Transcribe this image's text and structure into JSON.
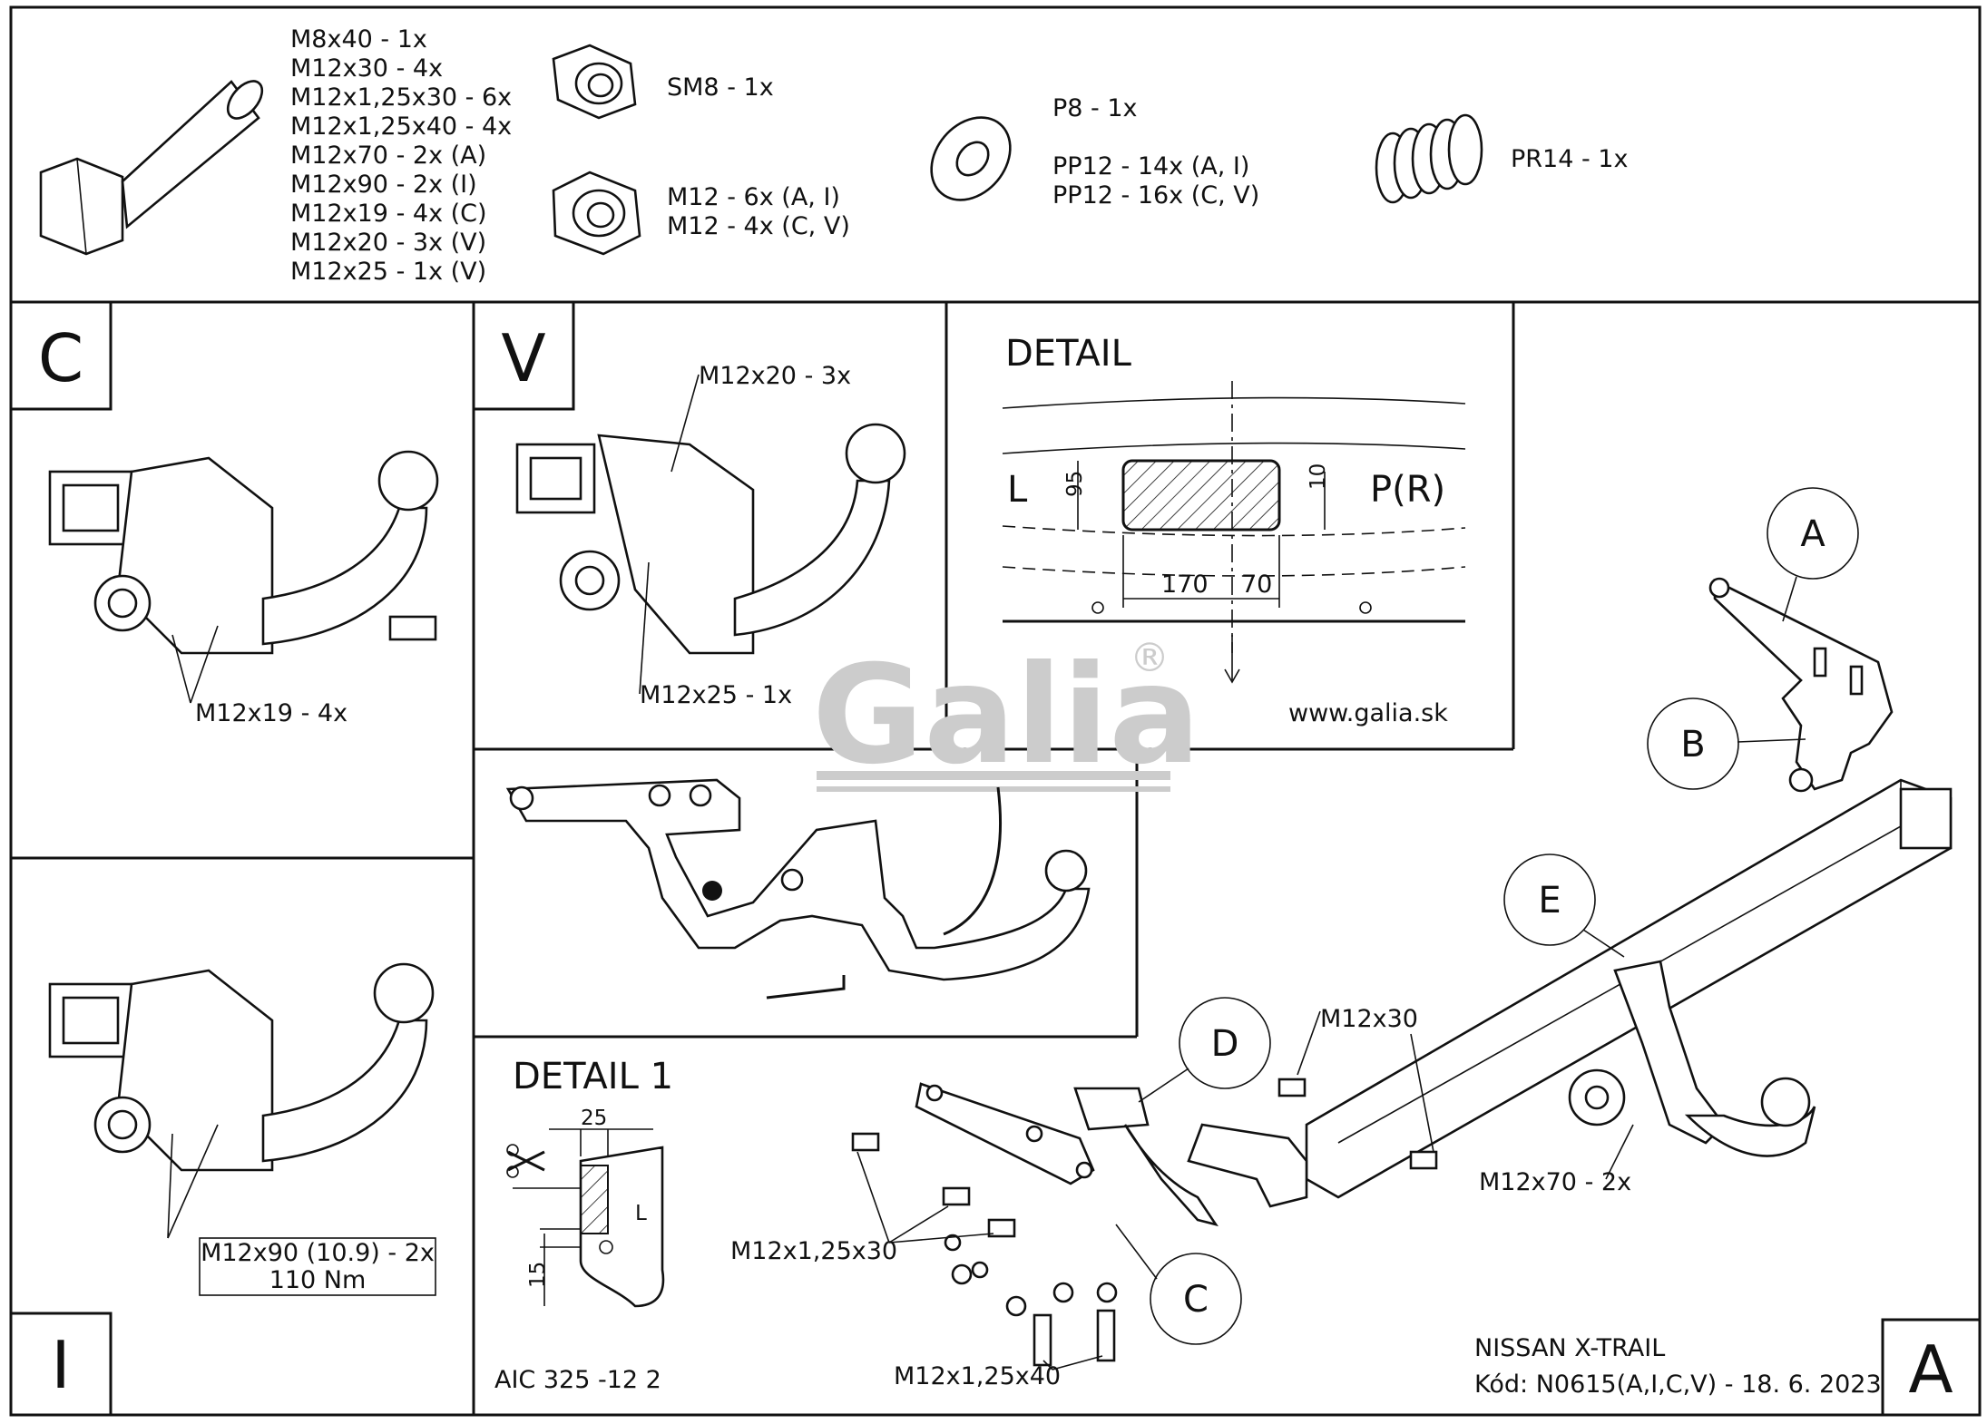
{
  "parts": {
    "bolts": [
      "M8x40 - 1x",
      "M12x30 - 4x",
      "M12x1,25x30 - 6x",
      "M12x1,25x40 - 4x",
      "M12x70 - 2x (A)",
      "M12x90 - 2x (I)",
      "M12x19 - 4x (C)",
      "M12x20 - 3x (V)",
      "M12x25 - 1x (V)"
    ],
    "nut_sm8": "SM8 - 1x",
    "nut_m12": [
      "M12 - 6x (A, I)",
      "M12 - 4x (C, V)"
    ],
    "washer_p8": "P8 - 1x",
    "washer_pp12": [
      "PP12 - 14x (A, I)",
      "PP12 - 16x (C, V)"
    ],
    "spring": "PR14 - 1x"
  },
  "panel_c": {
    "letter": "C",
    "label": "M12x19 - 4x"
  },
  "panel_v": {
    "letter": "V",
    "label_top": "M12x20 - 3x",
    "label_bottom": "M12x25 - 1x"
  },
  "detail": {
    "title": "DETAIL",
    "left": "L",
    "right": "P(R)",
    "dim_95": "95",
    "dim_10": "10",
    "dim_170": "170",
    "dim_70": "70",
    "url": "www.galia.sk"
  },
  "logo": {
    "text": "Galia",
    "mark": "®"
  },
  "panel_i": {
    "letter": "I",
    "label_line1": "M12x90 (10.9) - 2x",
    "label_line2": "110 Nm"
  },
  "detail1": {
    "title": "DETAIL 1",
    "dim_25": "25",
    "dim_15": "15",
    "label_l": "L"
  },
  "footer": {
    "aic": "AIC 325 -12 2",
    "model": "NISSAN X-TRAIL",
    "code": "Kód: N0615(A,I,C,V) - 18. 6. 2023",
    "letter": "A"
  },
  "assembly": {
    "callout_a": "A",
    "callout_b": "B",
    "callout_e": "E",
    "callout_d": "D",
    "callout_c": "C",
    "m12x30": "M12x30",
    "m12x70": "M12x70 - 2x",
    "m12x125x30": "M12x1,25x30",
    "m12x125x40": "M12x1,25x40"
  }
}
